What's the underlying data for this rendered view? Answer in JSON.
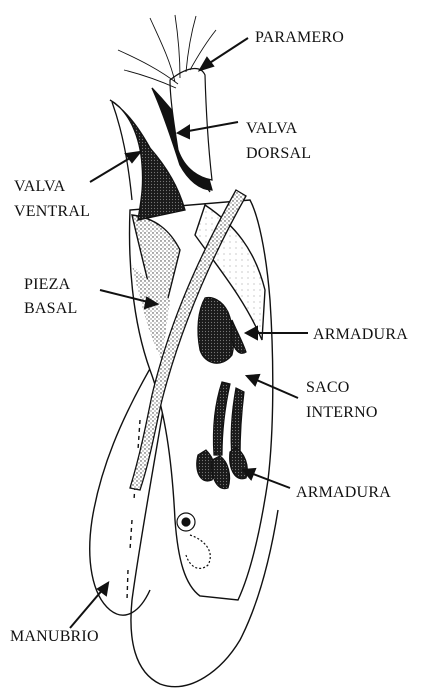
{
  "labels": {
    "paramero": "PARAMERO",
    "valva_dorsal": [
      "VALVA",
      "DORSAL"
    ],
    "valva_ventral": [
      "VALVA",
      "VENTRAL"
    ],
    "pieza_basal": [
      "PIEZA",
      "BASAL"
    ],
    "armadura_upper": "ARMADURA",
    "saco_interno": [
      "SACO",
      "INTERNO"
    ],
    "armadura_lower": "ARMADURA",
    "manubrio": "MANUBRIO"
  },
  "colors": {
    "ink": "#111111",
    "stipple": "#555555",
    "background": "#ffffff"
  }
}
